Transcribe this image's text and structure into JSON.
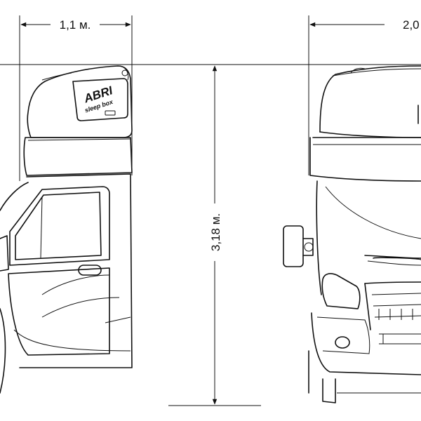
{
  "dimensions": {
    "depth_label": "1,1 м.",
    "height_label": "3,18 м.",
    "width_label": "2,0"
  },
  "product": {
    "brand": "ABRI",
    "subtitle": "sleep box"
  }
}
